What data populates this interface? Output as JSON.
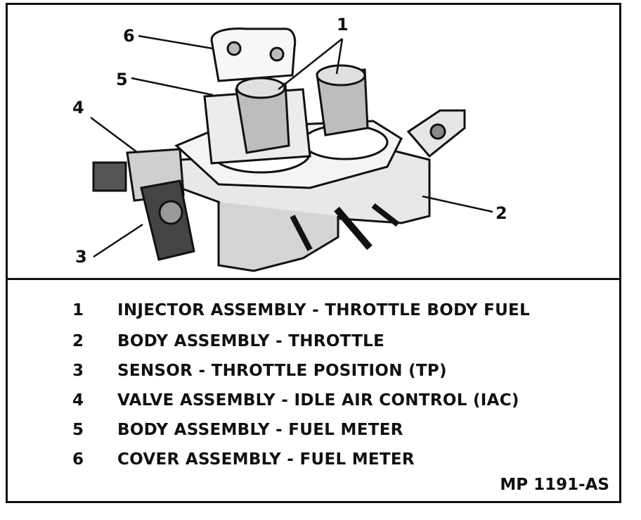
{
  "callouts": {
    "c1": "1",
    "c2": "2",
    "c3": "3",
    "c4": "4",
    "c5": "5",
    "c6": "6"
  },
  "legend": {
    "items": [
      {
        "number": "1",
        "text": "INJECTOR ASSEMBLY - THROTTLE BODY FUEL"
      },
      {
        "number": "2",
        "text": "BODY ASSEMBLY - THROTTLE"
      },
      {
        "number": "3",
        "text": "SENSOR - THROTTLE POSITION (TP)"
      },
      {
        "number": "4",
        "text": "VALVE ASSEMBLY - IDLE AIR CONTROL (IAC)"
      },
      {
        "number": "5",
        "text": "BODY ASSEMBLY - FUEL METER"
      },
      {
        "number": "6",
        "text": "COVER ASSEMBLY - FUEL METER"
      }
    ]
  },
  "figure_id": "MP 1191-AS",
  "colors": {
    "ink": "#111111",
    "paper": "#ffffff",
    "shade": "#9a9a9a"
  }
}
